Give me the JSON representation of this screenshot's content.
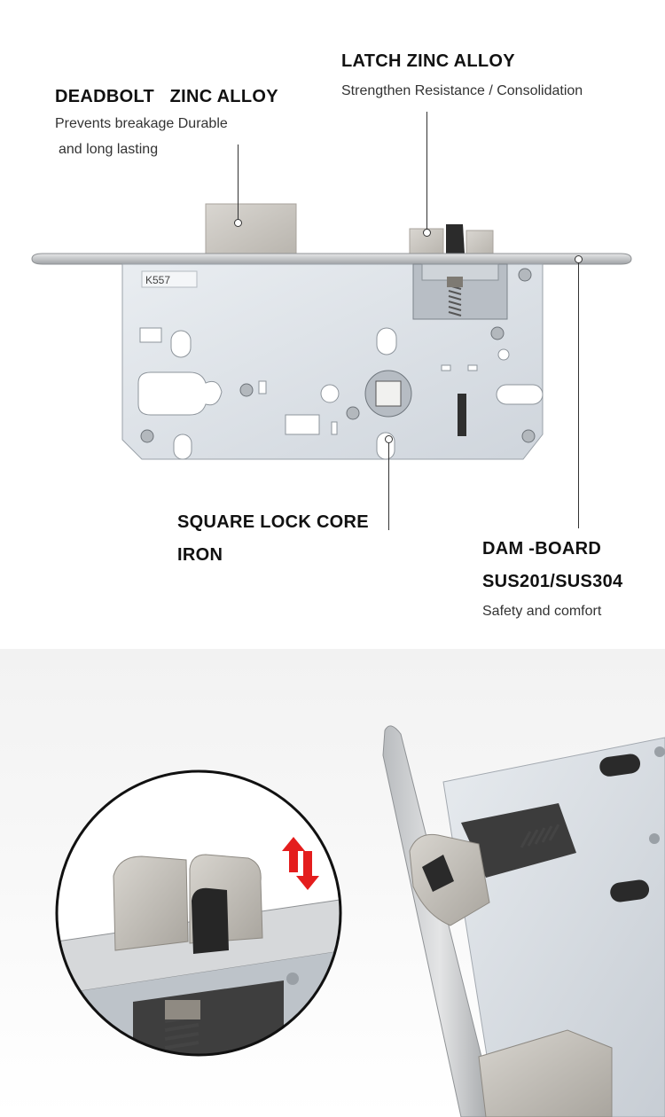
{
  "deadbolt": {
    "title": "DEADBOLT   ZINC ALLOY",
    "line1": "Prevents breakage Durable",
    "line2": "and long lasting"
  },
  "latch": {
    "title": "LATCH ZINC ALLOY",
    "desc": "Strengthen Resistance / Consolidation"
  },
  "lock_core": {
    "line1": "SQUARE LOCK CORE",
    "line2": "IRON"
  },
  "dam_board": {
    "line1": "DAM -BOARD",
    "line2": "SUS201/SUS304",
    "desc": "Safety and comfort"
  },
  "lock_body": {
    "stamp": "K557"
  },
  "colors": {
    "arrow_red": "#e41d1d",
    "steel": "#c9cbcd",
    "lock_plate": "#dfe3e8"
  }
}
